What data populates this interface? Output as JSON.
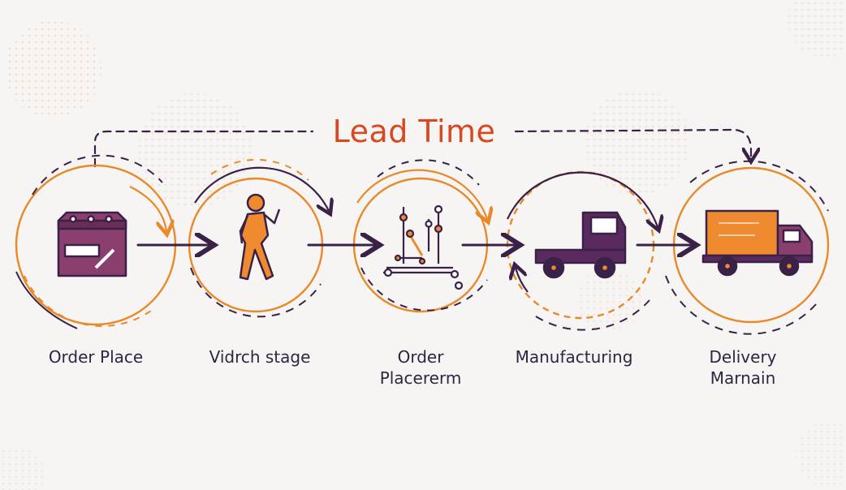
{
  "title": "Lead Time",
  "stages": [
    {
      "lines": [
        "Order Place",
        ""
      ]
    },
    {
      "lines": [
        "Vidrch stage",
        ""
      ]
    },
    {
      "lines": [
        "Order",
        "Placererm"
      ]
    },
    {
      "lines": [
        "Manufacturing",
        ""
      ]
    },
    {
      "lines": [
        "Delivery",
        "Marnain"
      ]
    }
  ],
  "colors": {
    "accent": "#e8892a",
    "title": "#d9481e",
    "ink": "#3a2147",
    "icon_orange": "#f08a2e",
    "icon_purple": "#8a3f6e",
    "truck_dark": "#5a2a5e"
  },
  "icons": [
    "inbox-icon",
    "walking-person-icon",
    "machine-icon",
    "truck-icon",
    "delivery-truck-icon"
  ]
}
